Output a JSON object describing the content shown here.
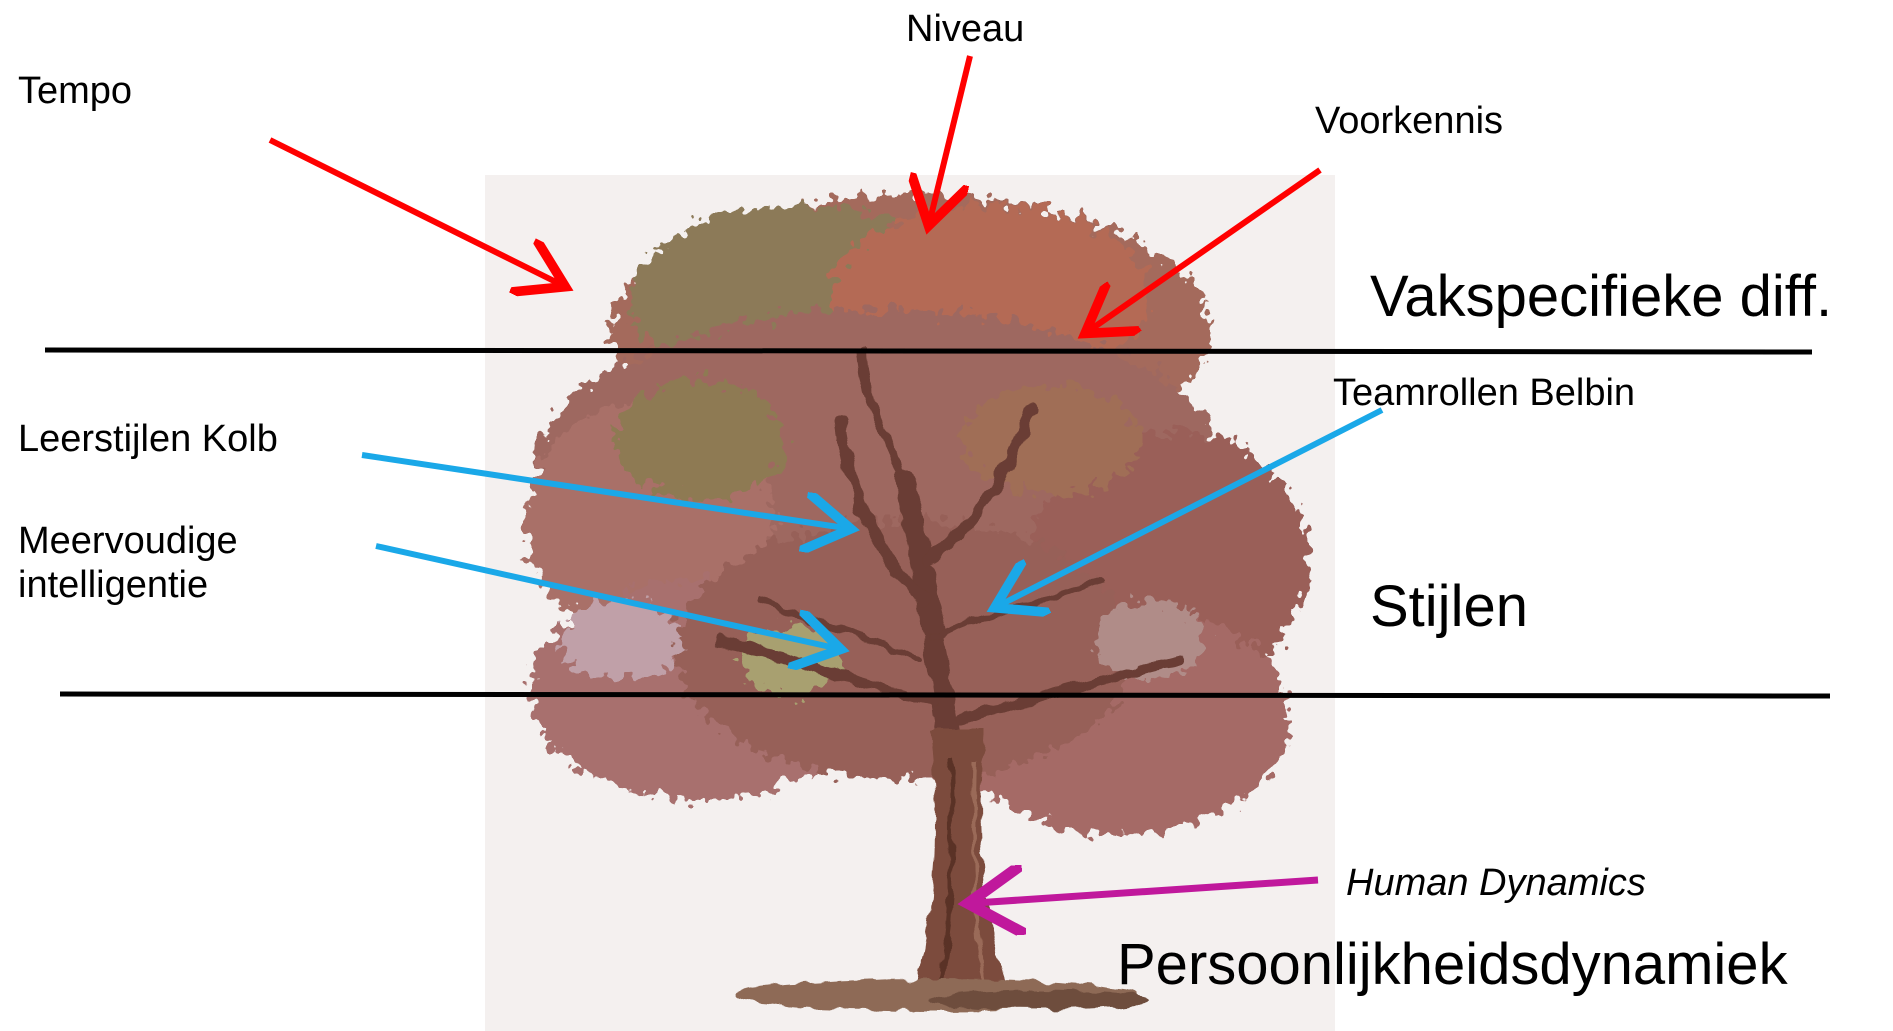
{
  "labels": {
    "tempo": "Tempo",
    "niveau": "Niveau",
    "voorkennis": "Voorkennis",
    "vakspecifieke": "Vakspecifieke diff.",
    "teamrollen": "Teamrollen Belbin",
    "leerstijlen": "Leerstijlen Kolb",
    "meervoudige": "Meervoudige intelligentie",
    "stijlen": "Stijlen",
    "human_dynamics": "Human Dynamics",
    "persoonlijkheid": "Persoonlijkheidsdynamiek"
  },
  "colors": {
    "arrow_red": "#ff0000",
    "arrow_blue": "#1aa8e8",
    "arrow_magenta": "#c0189c",
    "divider": "#000000",
    "trunk": "#7a4a3a",
    "canopy": "#a0645c"
  },
  "icons": {
    "illustration": "tree-illustration"
  }
}
